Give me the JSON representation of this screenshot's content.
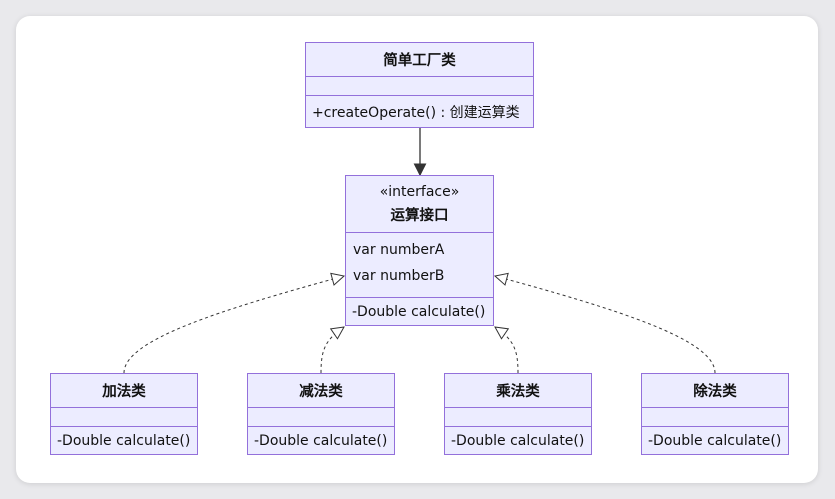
{
  "diagram": {
    "factory": {
      "name": "简单工厂类",
      "methods": [
        "+createOperate() : 创建运算类"
      ]
    },
    "interface": {
      "stereotype": "«interface»",
      "name": "运算接口",
      "attributes": [
        "var numberA",
        "var numberB"
      ],
      "methods": [
        "-Double calculate()"
      ]
    },
    "implementations": [
      {
        "name": "加法类",
        "method": "-Double calculate()"
      },
      {
        "name": "减法类",
        "method": "-Double calculate()"
      },
      {
        "name": "乘法类",
        "method": "-Double calculate()"
      },
      {
        "name": "除法类",
        "method": "-Double calculate()"
      }
    ],
    "colors": {
      "node_fill": "#ececff",
      "node_border": "#9370db",
      "edge": "#333333"
    }
  }
}
